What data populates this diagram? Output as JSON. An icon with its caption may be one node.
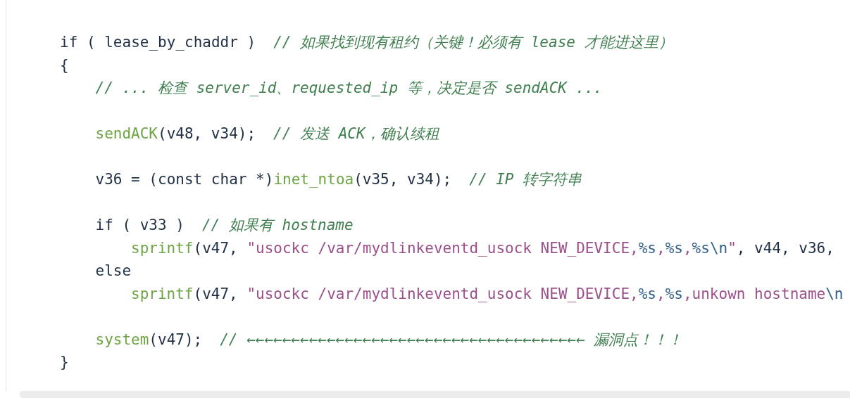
{
  "diagram": {
    "labels": [
      "if ( lease_by_chaddr )",
      "// 如果找到现有租约（关键！必须有 lease 才能进这里）",
      "{",
      "// ... 检查 server_id、requested_ip 等，决定是否 sendACK ...",
      "sendACK(v48, v34);",
      "// 发送 ACK，确认续租",
      "v36 = (const char *)inet_ntoa(v35, v34);",
      "// IP 转字符串",
      "if ( v33 )",
      "// 如果有 hostname",
      "sprintf(v47, \"usockc /var/mydlinkeventd_usock NEW_DEVICE,%s,%s,%s\\n\", v44, v36,",
      "else",
      "sprintf(v47, \"usockc /var/mydlinkeventd_usock NEW_DEVICE,%s,%s,unkown hostname\\n",
      "system(v47);",
      "// ←←←←←←←←←←←←←←←←←←←←←←←←←←←←←←←←←←←←←← 漏洞点！！！",
      "}"
    ]
  }
}
